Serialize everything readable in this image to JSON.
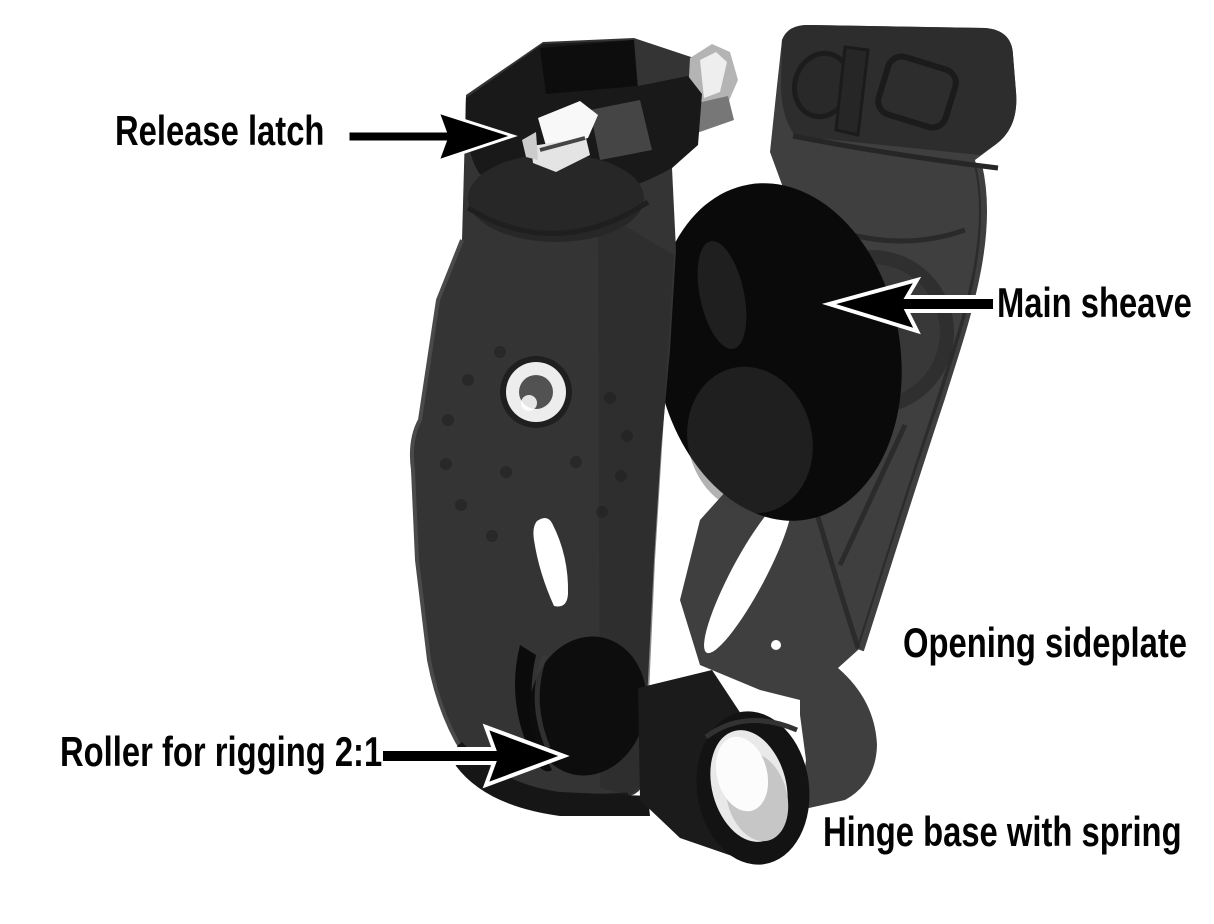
{
  "figure": {
    "background_color": "#ffffff",
    "text_color": "#030303",
    "arrow_fill_color": "#000000",
    "arrow_outline_color": "#ffffff",
    "device_colors": {
      "front_plate": "#343434",
      "head": "#191919",
      "sideplate": "#3f3f3f",
      "sheave": "#0a0a0a",
      "hinge_ring": "#131313",
      "rivet_ring": "#ededed",
      "latch": "#f8f8f8"
    },
    "labels": [
      {
        "id": "release-latch",
        "text": "Release latch",
        "arrow": "right"
      },
      {
        "id": "main-sheave",
        "text": "Main sheave",
        "arrow": "left"
      },
      {
        "id": "opening-sideplate",
        "text": "Opening sideplate",
        "arrow": "none"
      },
      {
        "id": "roller-rigging",
        "text": "Roller for rigging 2:1",
        "arrow": "right"
      },
      {
        "id": "hinge-base",
        "text": "Hinge base with spring",
        "arrow": "none"
      }
    ]
  }
}
